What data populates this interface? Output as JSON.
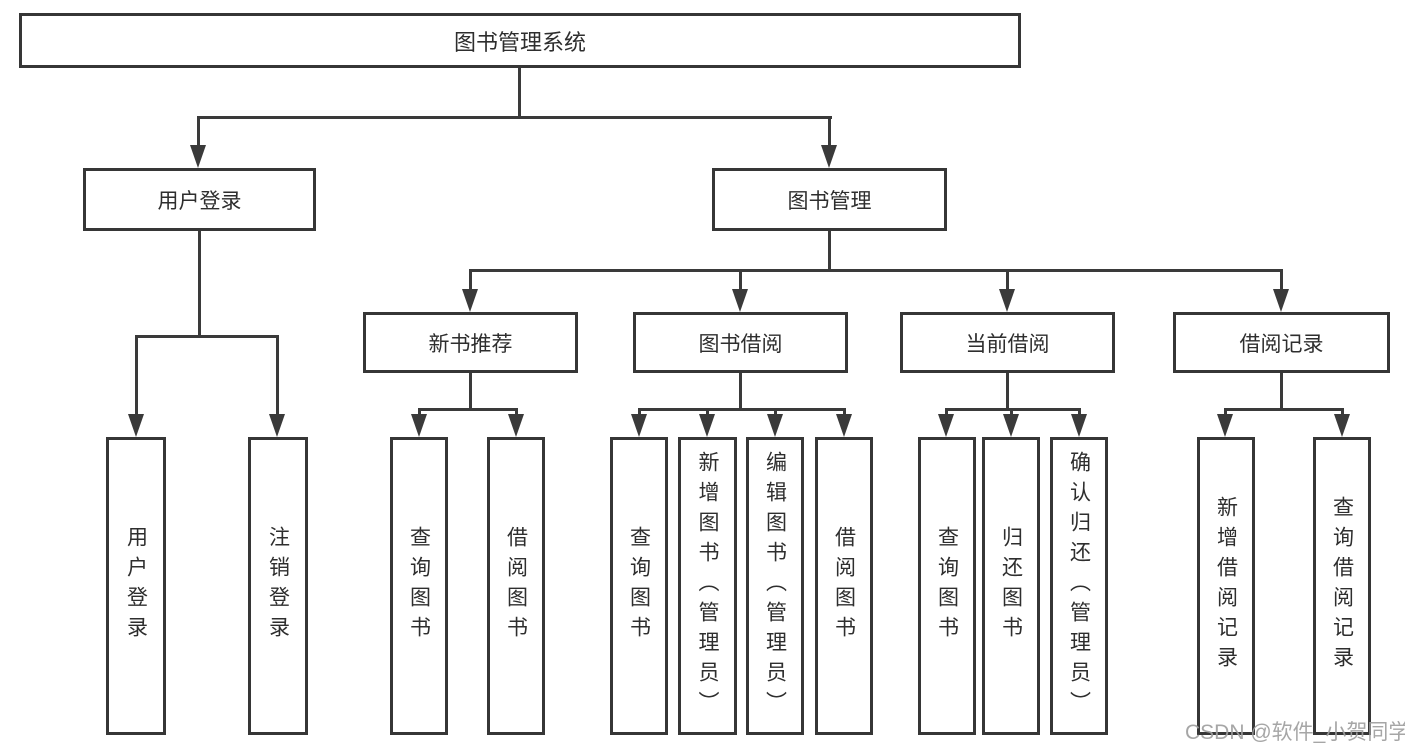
{
  "diagram": {
    "root": {
      "label": "图书管理系统"
    },
    "level2": [
      {
        "label": "用户登录"
      },
      {
        "label": "图书管理"
      }
    ],
    "level3": [
      {
        "label": "新书推荐"
      },
      {
        "label": "图书借阅"
      },
      {
        "label": "当前借阅"
      },
      {
        "label": "借阅记录"
      }
    ],
    "leaves": {
      "user_login": [
        {
          "label": "用户登录"
        },
        {
          "label": "注销登录"
        }
      ],
      "new_books": [
        {
          "label": "查询图书"
        },
        {
          "label": "借阅图书"
        }
      ],
      "book_borrow": [
        {
          "label": "查询图书"
        },
        {
          "label": "新增图书（管理员）"
        },
        {
          "label": "编辑图书（管理员）"
        },
        {
          "label": "借阅图书"
        }
      ],
      "current_borrow": [
        {
          "label": "查询图书"
        },
        {
          "label": "归还图书"
        },
        {
          "label": "确认归还（管理员）"
        }
      ],
      "borrow_records": [
        {
          "label": "新增借阅记录"
        },
        {
          "label": "查询借阅记录"
        }
      ]
    },
    "watermark": "CSDN @软件_小贺同学",
    "colors": {
      "line": "#3a3a3a",
      "border": "#363636",
      "text": "#2e2e2e",
      "watermark": "#9e9e9e",
      "background": "#ffffff"
    }
  }
}
